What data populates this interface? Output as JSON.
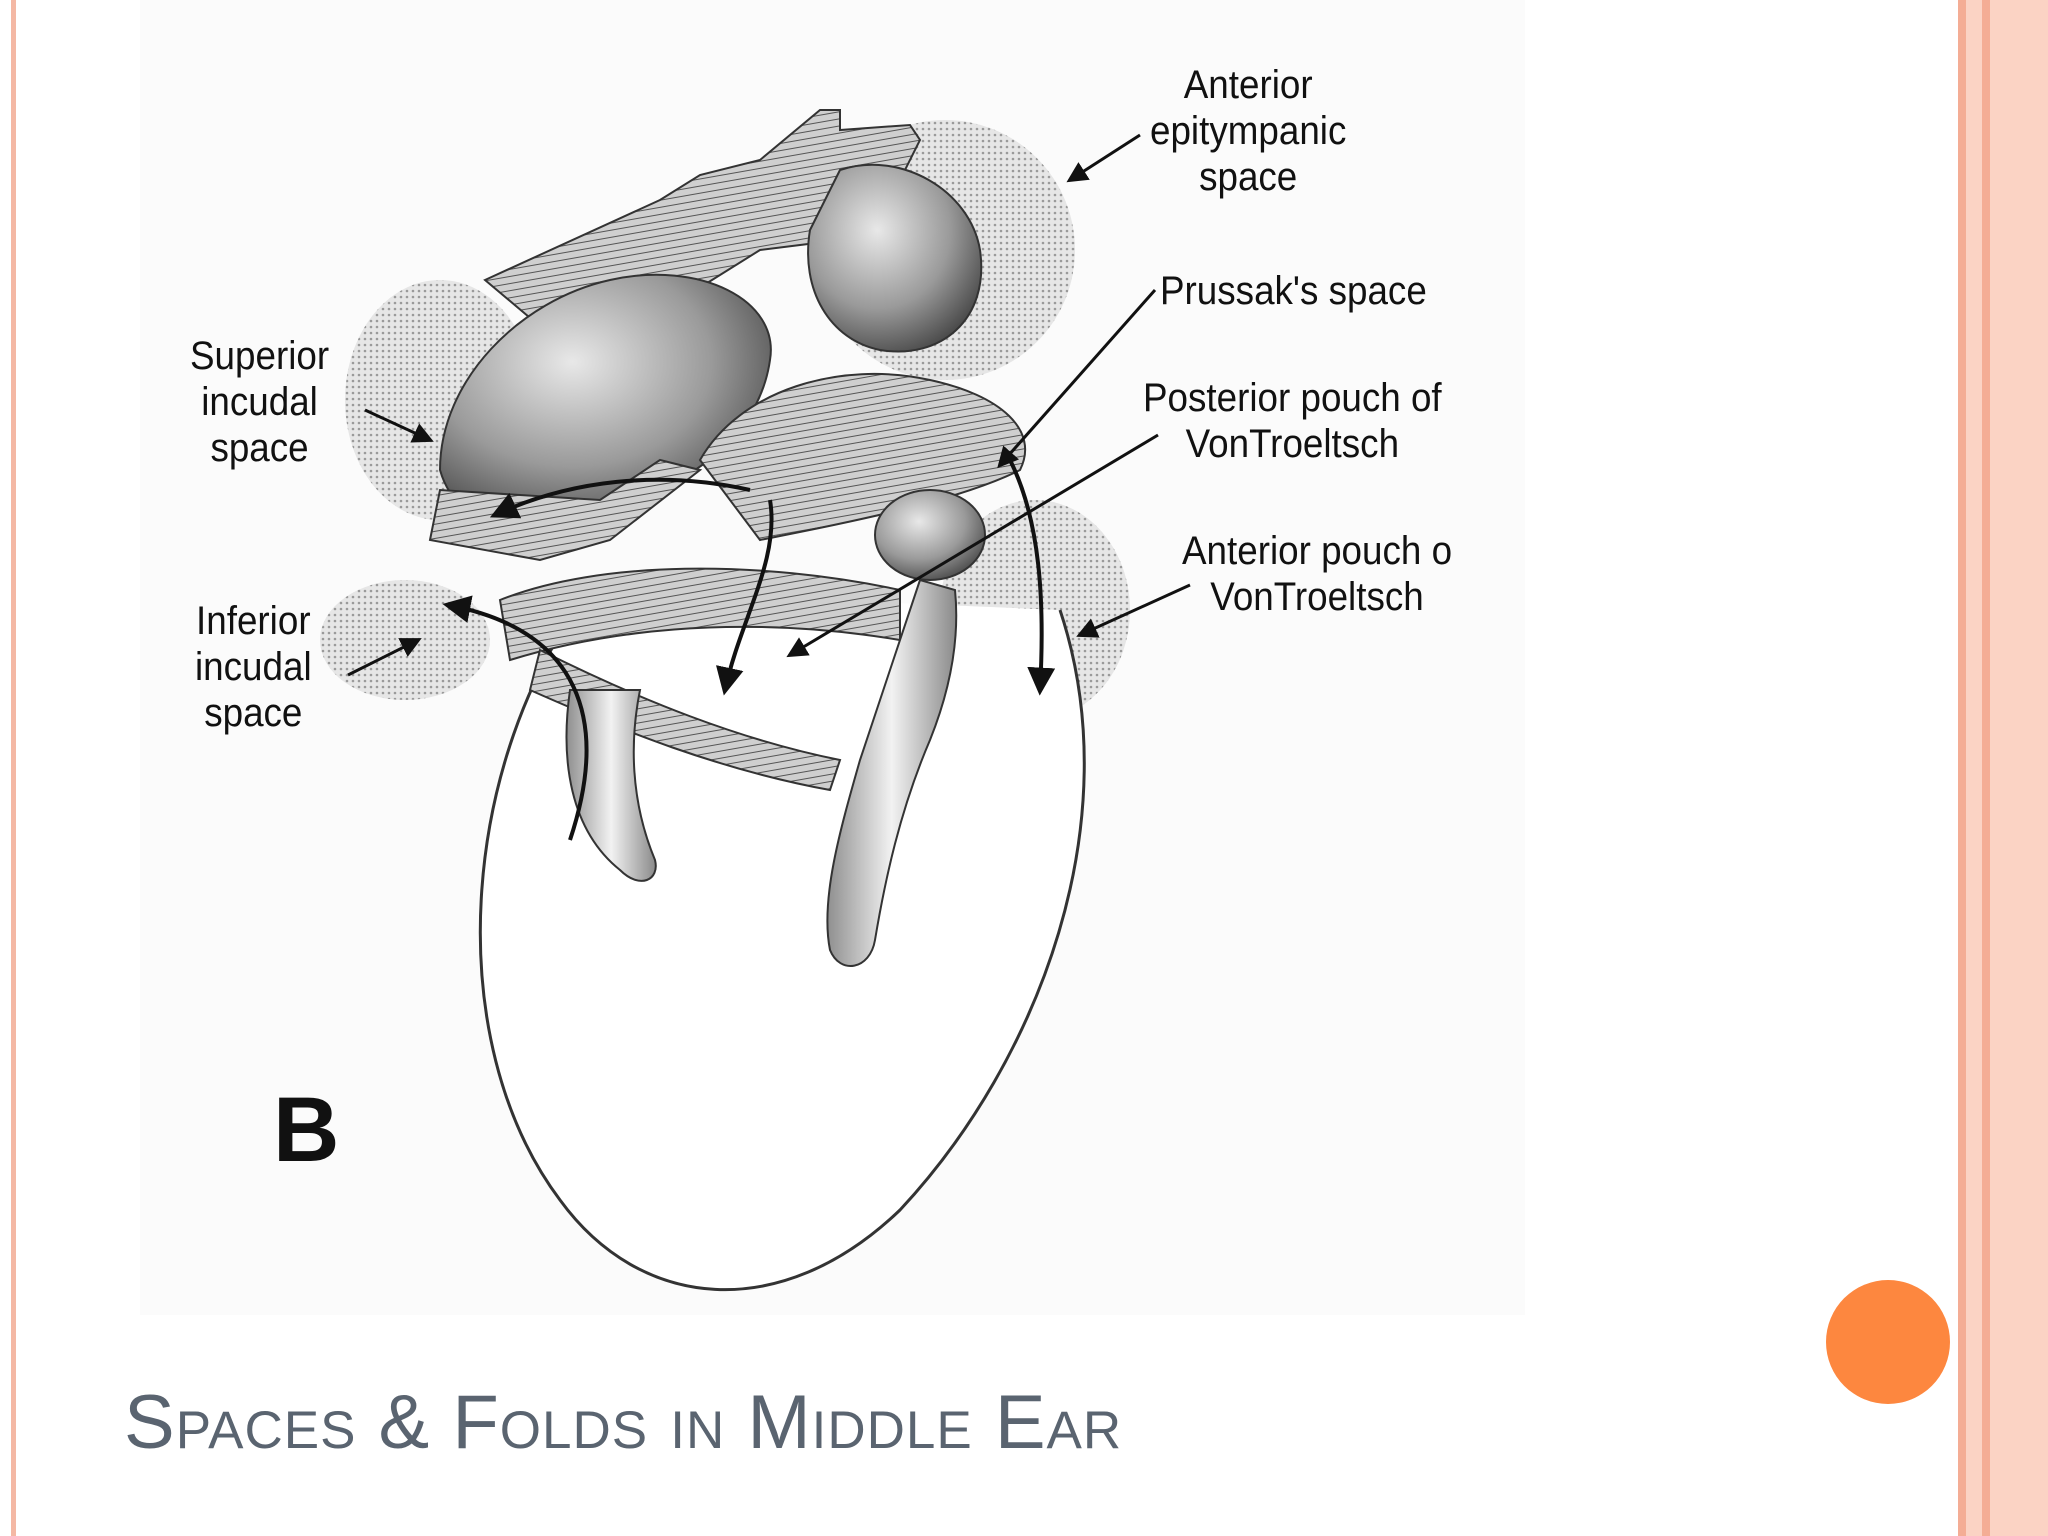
{
  "slide": {
    "title": "Spaces & Folds in Middle Ear",
    "accent_color": "#fd873f",
    "frame_color": "#f4b8a4"
  },
  "diagram": {
    "panel_letter": "B",
    "labels": {
      "anterior_epitympanic": [
        "Anterior",
        "epitympanic",
        "space"
      ],
      "prussak": "Prussak's space",
      "posterior_pouch": [
        "Posterior pouch of",
        "VonTroeltsch"
      ],
      "anterior_pouch": [
        "Anterior pouch o",
        "VonTroeltsch"
      ],
      "superior_incudal": [
        "Superior",
        "incudal",
        "space"
      ],
      "inferior_incudal": [
        "Inferior",
        "incudal",
        "space"
      ]
    }
  }
}
